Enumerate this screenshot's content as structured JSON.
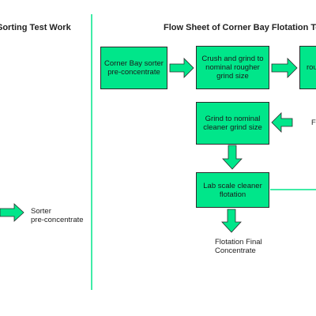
{
  "colors": {
    "box_fill": "#00e68a",
    "box_border": "#2b2b2b",
    "arrow": "#00e68a",
    "divider": "#00e68a",
    "text": "#222222"
  },
  "left_panel": {
    "title": "Sorting Test Work",
    "output_label": "Sorter\npre-concentrate"
  },
  "right_panel": {
    "title": "Flow Sheet of Corner Bay Flotation Test",
    "nodes": {
      "sorter_feed": "Corner Bay sorter\npre-concentrate",
      "rougher_grind": "Crush and grind to\nnominal rougher\ngrind size",
      "rougher_flot": "rou",
      "cleaner_grind": "Grind to nominal\ncleaner grind size",
      "cleaner_flot": "Lab scale cleaner\nflotation",
      "final_concentrate": "Flotation Final\nConcentrate",
      "partial_label": "F"
    }
  }
}
